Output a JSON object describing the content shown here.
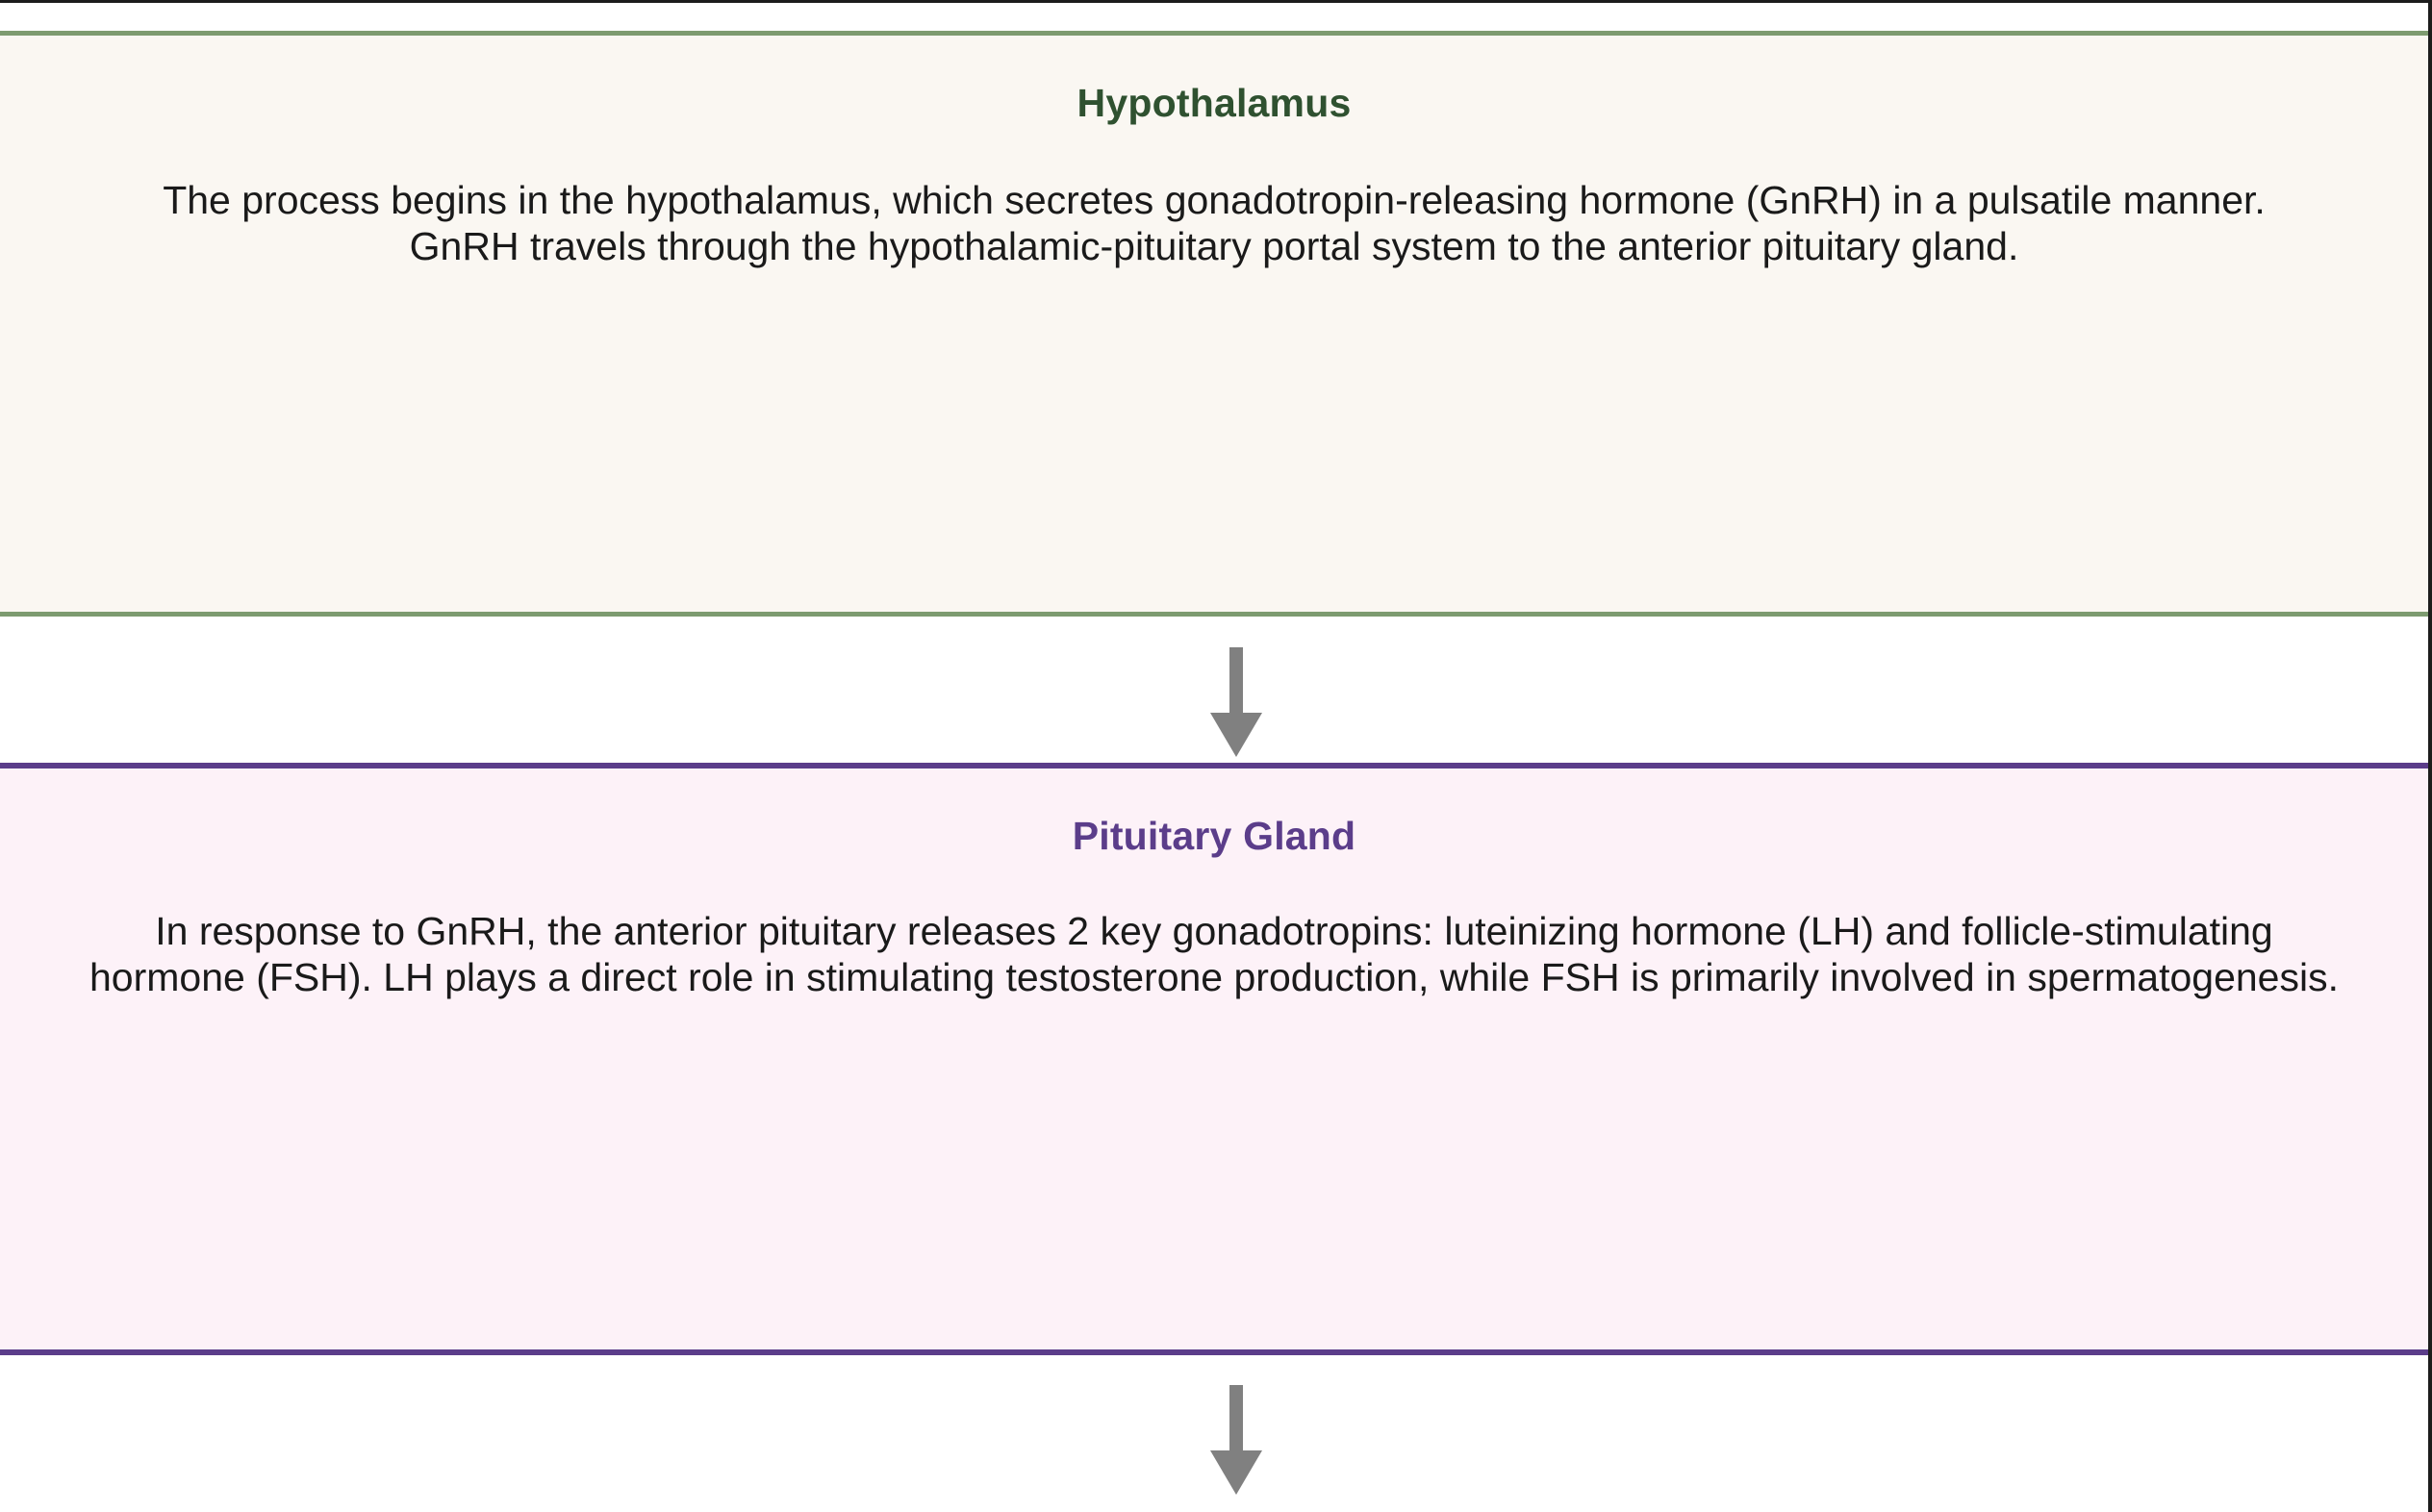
{
  "page": {
    "background_color": "#ffffff",
    "frame_color": "#1c1c1c",
    "arrow_color": "#808080"
  },
  "diagram": {
    "type": "vertical-flowchart",
    "orientation": "top-to-bottom",
    "nodes": [
      {
        "id": "hypothalamus",
        "title": "Hypothalamus",
        "title_color": "#2f5130",
        "background_color": "#faf7f2",
        "border_color": "#7d9b70",
        "body": "The process begins in the hypothalamus, which secretes gonadotropin-releasing hormone (GnRH) in a pulsatile manner. GnRH travels through the hypothalamic-pituitary portal system to the anterior pituitary gland."
      },
      {
        "id": "pituitary",
        "title": "Pituitary Gland",
        "title_color": "#5b3d8a",
        "background_color": "#fdf2f8",
        "border_color": "#5b3d8a",
        "body": "In response to GnRH, the anterior pituitary releases 2 key gonadotropins: luteinizing hormone (LH) and follicle-stimulating hormone (FSH). LH plays a direct role in stimulating testosterone production, while FSH is primarily involved in spermatogenesis."
      }
    ],
    "connectors": [
      {
        "id": "connector-1",
        "from": "hypothalamus",
        "to": "pituitary",
        "icon": "arrow-down-icon",
        "color": "#808080"
      },
      {
        "id": "connector-2",
        "from": "pituitary",
        "to": "",
        "icon": "arrow-down-icon",
        "color": "#808080"
      }
    ]
  }
}
